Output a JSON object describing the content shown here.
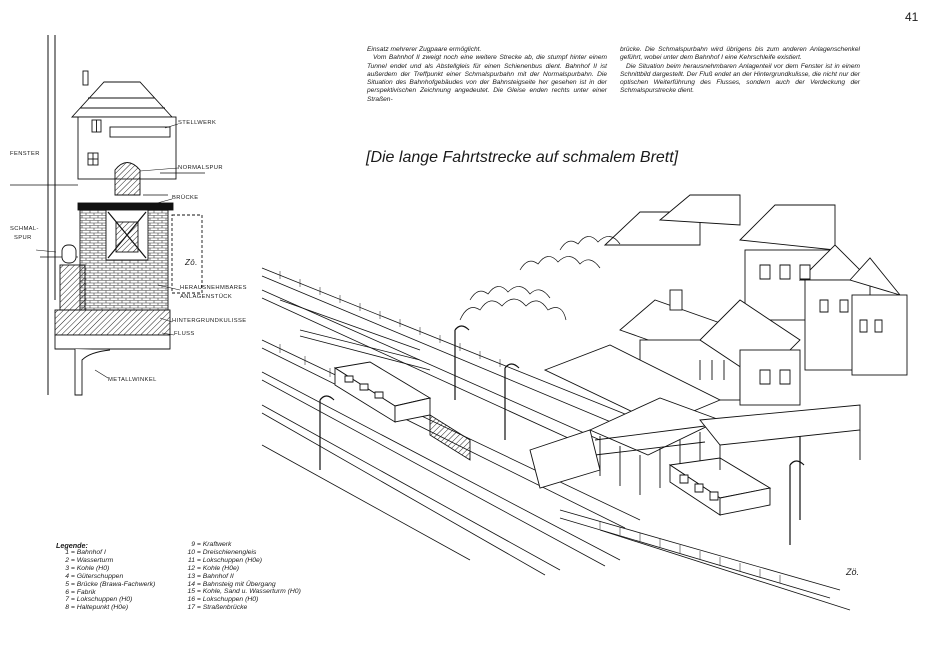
{
  "page_number": "41",
  "text_columns": {
    "left": [
      "Einsatz mehrerer Zugpaare ermöglicht.",
      "Vom Bahnhof II zweigt noch eine weitere Strecke ab, die stumpf hinter einem Tunnel endet und als Abstellgleis für einen Schienenbus dient. Bahnhof II ist außerdem der Treffpunkt einer Schmalspurbahn mit der Normalspurbahn. Die Situation des Bahnhofgebäudes von der Bahnsteigseite her gesehen ist in der perspektivischen Zeichnung angedeutet. Die Gleise enden rechts unter einer Straßen-"
    ],
    "right": [
      "brücke. Die Schmalspurbahn wird übrigens bis zum anderen Anlagenschenkel geführt, wobei unter dem Bahnhof I eine Kehrschleife existiert.",
      "Die Situation beim herausnehmbaren Anlagenteil vor dem Fenster ist in einem Schnittbild dargestellt. Der Fluß endet an der Hintergrundkulisse, die nicht nur der optischen Weiterführung des Flusses, sondern auch der Verdeckung der Schmalspurstrecke dient."
    ]
  },
  "section_heading": "[Die lange Fahrtstrecke auf schmalem Brett]",
  "diagram_labels": {
    "fenster": "FENSTER",
    "schmalspur_line1": "SCHMAL-",
    "schmalspur_line2": "SPUR",
    "stellwerk": "STELLWERK",
    "normalspur": "NORMALSPUR",
    "bruecke": "BRÜCKE",
    "herausnehmbares_line1": "HERAUSNEHMBARES",
    "herausnehmbares_line2": "ANLAGENSTÜCK",
    "hintergrundkulisse": "HINTERGRUNDKULISSE",
    "fluss": "FLUSS",
    "metallwinkel": "METALLWINKEL",
    "signature_left": "Zö.",
    "signature_right": "Zö."
  },
  "legend": {
    "title": "Legende:",
    "col1": [
      {
        "n": "1",
        "text": "= Bahnhof I"
      },
      {
        "n": "2",
        "text": "= Wasserturm"
      },
      {
        "n": "3",
        "text": "= Kohle (H0)"
      },
      {
        "n": "4",
        "text": "= Güterschuppen"
      },
      {
        "n": "5",
        "text": "= Brücke (Brawa-Fachwerk)"
      },
      {
        "n": "6",
        "text": "= Fabrik"
      },
      {
        "n": "7",
        "text": "= Lokschuppen (H0)"
      },
      {
        "n": "8",
        "text": "= Haltepunkt (H0e)"
      }
    ],
    "col2": [
      {
        "n": "9",
        "text": "= Kraftwerk"
      },
      {
        "n": "10",
        "text": "= Dreischienengleis"
      },
      {
        "n": "11",
        "text": "= Lokschuppen (H0e)"
      },
      {
        "n": "12",
        "text": "= Kohle (H0e)"
      },
      {
        "n": "13",
        "text": "= Bahnhof II"
      },
      {
        "n": "14",
        "text": "= Bahnsteig mit Übergang"
      },
      {
        "n": "15",
        "text": "= Kohle, Sand u. Wasserturm (H0)"
      },
      {
        "n": "16",
        "text": "= Lokschuppen (H0)"
      },
      {
        "n": "17",
        "text": "= Straßenbrücke"
      }
    ]
  }
}
